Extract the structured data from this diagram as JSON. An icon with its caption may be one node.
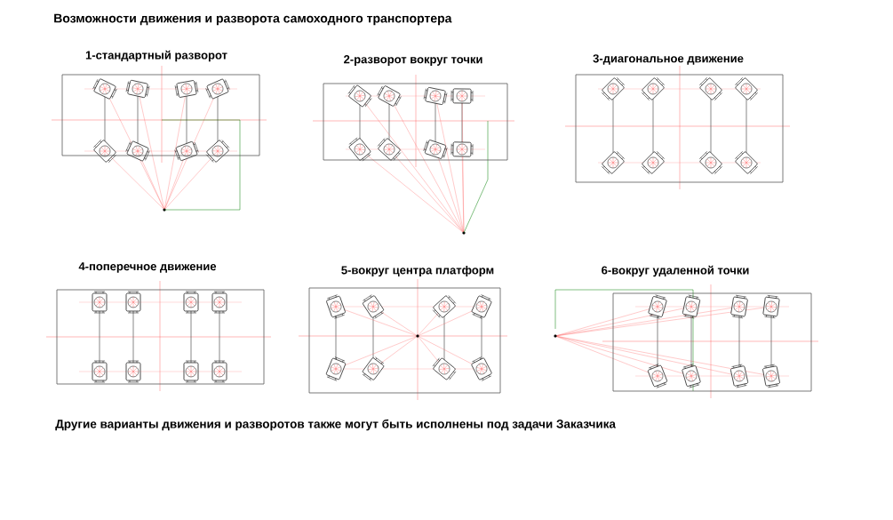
{
  "diagram": {
    "title": "Возможности движения и разворота самоходного транспортера",
    "caption": "Другие варианты движения и разворотов также могут быть исполнены под задачи Заказчика",
    "nodes": [
      {
        "text": [
          "1-стандартный разворот"
        ]
      },
      {
        "text": [
          "2-разворот вокруг точки"
        ]
      },
      {
        "text": [
          "3-диагональное движение"
        ]
      },
      {
        "text": [
          "4-поперечное движение"
        ]
      },
      {
        "text": [
          "5-вокруг центра платформ"
        ]
      },
      {
        "text": [
          "6-вокруг удаленной точки"
        ]
      }
    ]
  }
}
